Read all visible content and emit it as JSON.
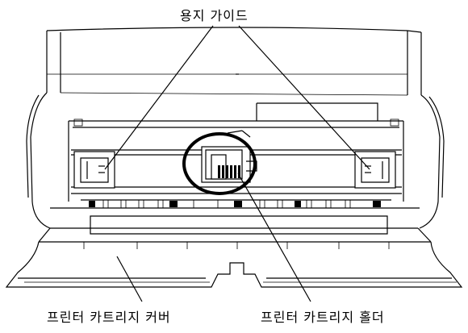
{
  "labels": {
    "paper_guide": "용지 가이드",
    "cartridge_cover": "프린터 카트리지 커버",
    "cartridge_holder": "프린터 카트리지 홀더"
  },
  "colors": {
    "line": "#000000",
    "background": "#ffffff"
  }
}
